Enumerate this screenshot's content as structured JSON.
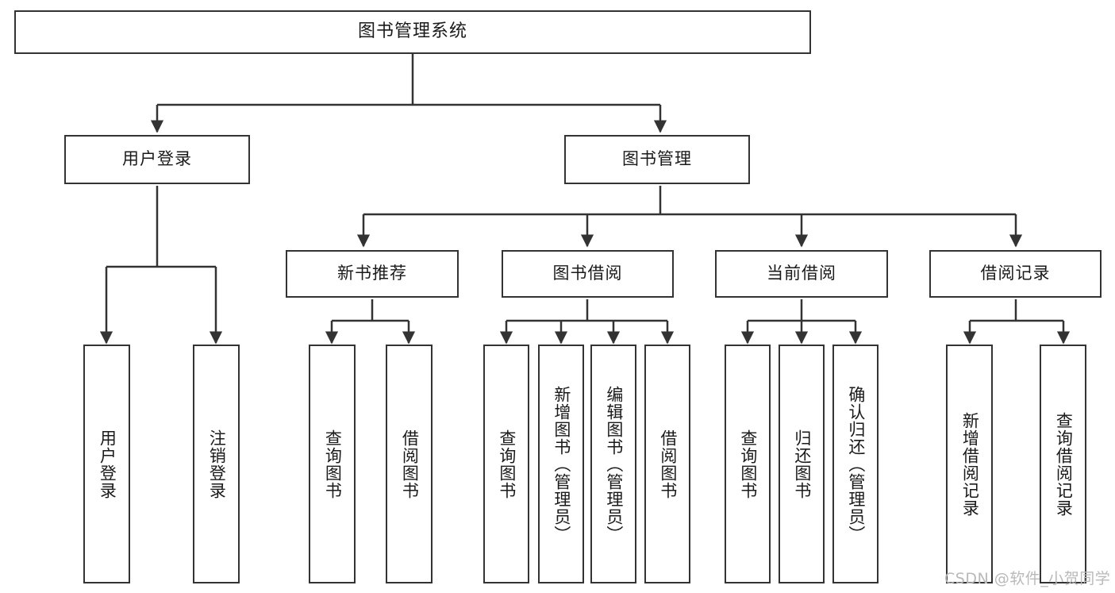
{
  "diagram": {
    "type": "tree",
    "title": "图书管理系统",
    "orientation": "top-down",
    "colors": {
      "box_border": "#333333",
      "box_fill": "#ffffff",
      "edge": "#333333",
      "text": "#1a1a1a",
      "watermark": "#b9b9b9"
    },
    "root": {
      "label": "图书管理系统"
    },
    "level1": [
      {
        "label": "用户登录"
      },
      {
        "label": "图书管理"
      }
    ],
    "level2": [
      {
        "label": "新书推荐"
      },
      {
        "label": "图书借阅"
      },
      {
        "label": "当前借阅"
      },
      {
        "label": "借阅记录"
      }
    ],
    "leaves": {
      "user_login": [
        {
          "label": "用户登录"
        },
        {
          "label": "注销登录"
        }
      ],
      "new_book_recommend": [
        {
          "label": "查询图书"
        },
        {
          "label": "借阅图书"
        }
      ],
      "book_borrow": [
        {
          "label": "查询图书"
        },
        {
          "label": "新增图书（管理员）"
        },
        {
          "label": "编辑图书（管理员）"
        },
        {
          "label": "借阅图书"
        }
      ],
      "current_borrow": [
        {
          "label": "查询图书"
        },
        {
          "label": "归还图书"
        },
        {
          "label": "确认归还（管理员）"
        }
      ],
      "borrow_record": [
        {
          "label": "新增借阅记录"
        },
        {
          "label": "查询借阅记录"
        }
      ]
    }
  },
  "watermark": {
    "text": "CSDN @软件_小贺同学"
  }
}
